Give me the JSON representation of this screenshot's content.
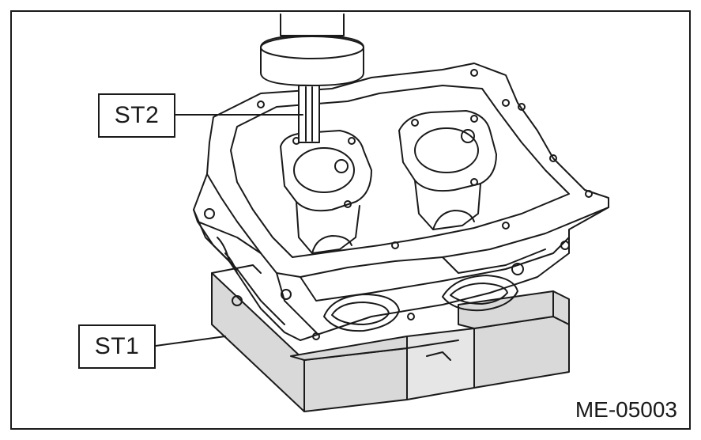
{
  "labels": {
    "st2": "ST2",
    "st1": "ST1"
  },
  "figure_code": "ME-05003",
  "colors": {
    "line": "#1a1a1a",
    "shade": "#d9d9d9",
    "background": "#ffffff"
  }
}
